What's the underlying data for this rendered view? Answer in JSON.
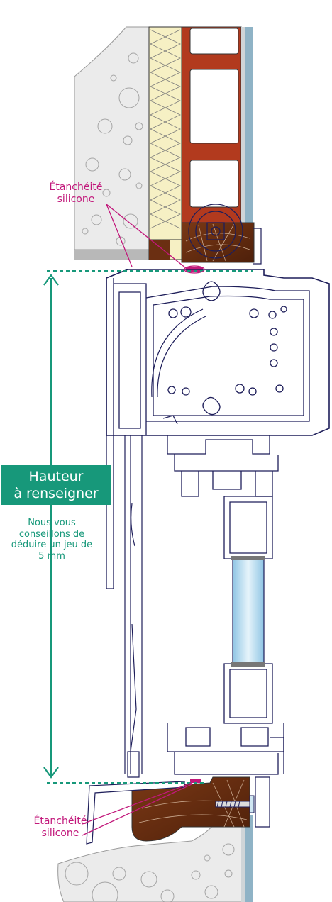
{
  "labels": {
    "seal_top_line1": "Étanchéité",
    "seal_top_line2": "silicone",
    "height_line1": "Hauteur",
    "height_line2": "à renseigner",
    "advice_line1": "Nous vous",
    "advice_line2": "conseillons de",
    "advice_line3": "déduire un jeu de",
    "advice_line4": "5 mm",
    "seal_bottom_line1": "Étanchéité",
    "seal_bottom_line2": "silicone"
  },
  "colors": {
    "seal_magenta": "#c2187b",
    "dimension_green": "#17987a",
    "profile_navy": "#1e1e5a",
    "brick_red": "#b23a1e",
    "wood_brown": "#6b2f12",
    "glass_blue": "#a9d3ea",
    "insulation_cream": "#f6f0c4",
    "concrete_grey": "#e9e9e9",
    "wall_blue": "#8fb3c6"
  }
}
